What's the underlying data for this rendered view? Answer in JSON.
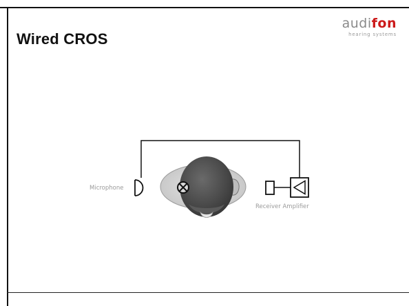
{
  "slide": {
    "title": "Wired CROS"
  },
  "logo": {
    "word_prefix": "audi",
    "word_accent": "fon",
    "tagline": "hearing systems"
  },
  "diagram": {
    "labels": {
      "microphone": "Microphone",
      "receiver_amplifier": "Receiver Amplifier"
    },
    "icons": [
      "microphone-icon",
      "muted-ear-icon",
      "receiver-icon",
      "amplifier-icon",
      "head-icon",
      "wire-connection"
    ],
    "colors": {
      "head": "#4a4a4a",
      "ear_plate": "#d0d0d0",
      "line": "#111111",
      "label": "#9a9a9a",
      "logo_accent": "#cc1a1a"
    }
  }
}
